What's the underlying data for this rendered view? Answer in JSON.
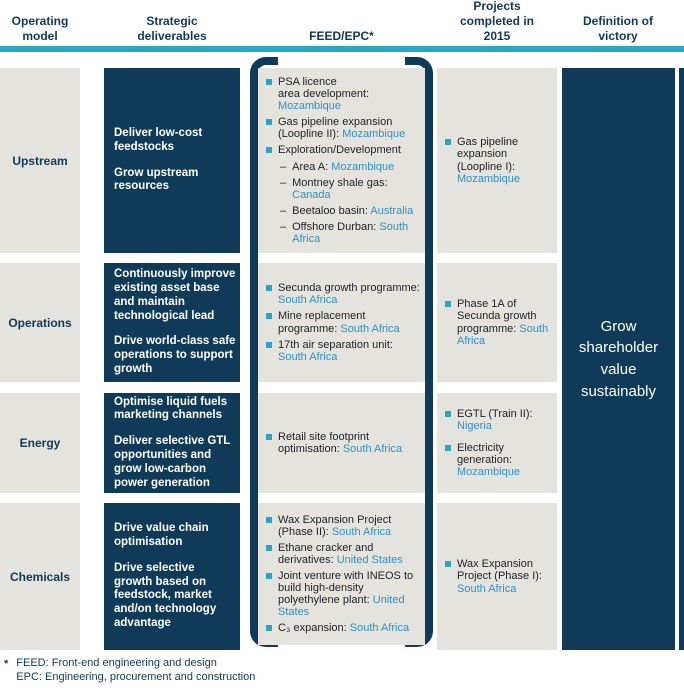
{
  "header": {
    "columns": [
      "Operating model",
      "Strategic deliverables",
      "FEED/EPC*",
      "Projects completed in 2015",
      "Definition of victory"
    ]
  },
  "rows": [
    {
      "label": "Upstream",
      "deliverables": [
        "Deliver low-cost feedstocks",
        "Grow upstream resources"
      ],
      "feed": [
        {
          "style": "bullet",
          "text": "PSA licence\narea development:",
          "loc": "Mozambique"
        },
        {
          "style": "bullet",
          "text": "Gas pipeline expansion (Loopline II):",
          "loc": "Mozambique"
        },
        {
          "style": "bullet",
          "text": "Exploration/Development",
          "loc": ""
        },
        {
          "style": "dash",
          "text": "Area A:",
          "loc": "Mozambique"
        },
        {
          "style": "dash",
          "text": "Montney shale gas:",
          "loc": "Canada"
        },
        {
          "style": "dash",
          "text": "Beetaloo basin:",
          "loc": "Australia"
        },
        {
          "style": "dash",
          "text": "Offshore Durban:",
          "loc": "South Africa"
        }
      ],
      "projects": [
        {
          "text": "Gas pipeline expansion (Loopline I):",
          "loc": "Mozambique"
        }
      ]
    },
    {
      "label": "Operations",
      "deliverables": [
        "Continuously improve existing asset base and maintain technological lead",
        "Drive world-class safe operations to support growth"
      ],
      "feed": [
        {
          "style": "bullet",
          "text": "Secunda growth programme:",
          "loc": "South Africa"
        },
        {
          "style": "bullet",
          "text": "Mine replacement programme:",
          "loc": "South Africa"
        },
        {
          "style": "bullet",
          "text": "17th air separation unit:",
          "loc": "South Africa"
        }
      ],
      "projects": [
        {
          "text": "Phase 1A of Secunda growth programme:",
          "loc": "South Africa"
        }
      ]
    },
    {
      "label": "Energy",
      "deliverables": [
        "Optimise liquid fuels marketing channels",
        "Deliver selective GTL opportunities and grow low-carbon power generation"
      ],
      "feed": [
        {
          "style": "bullet",
          "text": "Retail site footprint optimisation:",
          "loc": "South Africa"
        }
      ],
      "projects": [
        {
          "text": "EGTL (Train II):",
          "loc": "Nigeria"
        },
        {
          "text": "Electricity generation:",
          "loc": "Mozambique"
        }
      ]
    },
    {
      "label": "Chemicals",
      "deliverables": [
        "Drive value chain optimisation",
        "Drive selective growth based on feedstock, market and/on technology advantage"
      ],
      "feed": [
        {
          "style": "bullet",
          "text": "Wax Expansion Project (Phase II):",
          "loc": "South Africa"
        },
        {
          "style": "bullet",
          "text": "Ethane cracker and derivatives:",
          "loc": "United States"
        },
        {
          "style": "bullet",
          "text": "Joint venture with INEOS to build high-density polyethylene plant:",
          "loc": "United States"
        },
        {
          "style": "bullet",
          "text": "C₃ expansion:",
          "loc": "South Africa"
        }
      ],
      "projects": [
        {
          "text": "Wax Expansion Project (Phase I):",
          "loc": "South Africa"
        }
      ]
    }
  ],
  "victory": "Grow shareholder value sustainably",
  "footnote": {
    "marker": "*",
    "lines": [
      "FEED: Front-end engineering and design",
      "EPC: Engineering, procurement and construction"
    ]
  },
  "glyphs": {
    "dash": "–"
  },
  "colors": {
    "navy": "#0f3a58",
    "cell-gray": "#e4e3de",
    "cyan": "#29a8c2",
    "bullet": "#2aa3c6",
    "link-blue": "#2e92c3",
    "text-dark": "#1f2023",
    "white": "#ffffff"
  }
}
